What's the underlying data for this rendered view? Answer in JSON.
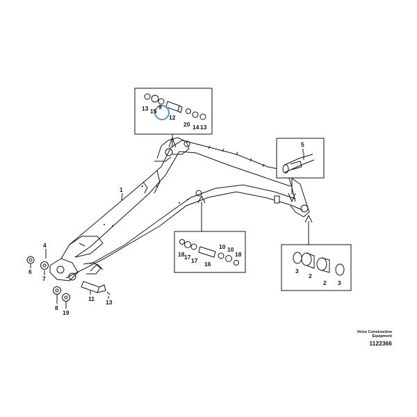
{
  "labels": {
    "n1": "1",
    "n2": "2",
    "n3a": "3",
    "n3b": "3",
    "n4": "4",
    "n5": "5",
    "n6": "6",
    "n7": "7",
    "n8": "8",
    "n9": "9",
    "n10a": "10",
    "n10b": "10",
    "n11": "11",
    "n12": "12",
    "n13a": "13",
    "n13b": "13",
    "n14": "14",
    "n15": "15",
    "n16": "16",
    "n17a": "17",
    "n17b": "17",
    "n18a": "18",
    "n18b": "18",
    "n19": "19",
    "n20": "20"
  },
  "manufacturer_line1": "Volvo Construction",
  "manufacturer_line2": "Equipment",
  "drawing_number": "1122366",
  "colors": {
    "line": "#111111",
    "highlight_ring": "#5b8fd0",
    "background": "#ffffff"
  }
}
